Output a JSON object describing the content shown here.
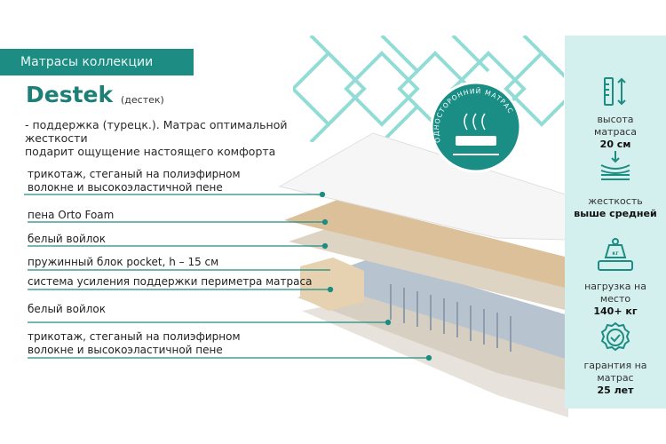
{
  "header": {
    "collection_label": "Матрасы коллекции",
    "brand": "Destek",
    "brand_translit": "(дестек)",
    "description_line1": "- поддержка (турецк.).  Матрас оптимальной жесткости",
    "description_line2": "подарит ощущение настоящего комфорта"
  },
  "badge": {
    "text": "ОДНОСТОРОННИЙ МАТРАС"
  },
  "layers": [
    {
      "line1": "трикотаж, стеганый на полиэфирном",
      "line2": "волокне и высокоэластичной пене"
    },
    {
      "line1": "пена Orto Foam"
    },
    {
      "line1": "белый войлок"
    },
    {
      "line1": "пружинный блок pocket, h – 15 см"
    },
    {
      "line1": "система усиления поддержки периметра матраса"
    },
    {
      "line1": "белый войлок"
    },
    {
      "line1": "трикотаж, стеганый на полиэфирном",
      "line2": "волокне и высокоэластичной пене"
    }
  ],
  "features": [
    {
      "icon": "height-ruler-icon",
      "label1": "высота",
      "label2": "матраса",
      "value": "20 см"
    },
    {
      "icon": "firmness-icon",
      "label1": "жесткость",
      "value": "выше средней"
    },
    {
      "icon": "weight-icon",
      "icon_text": "кг",
      "label1": "нагрузка на",
      "label2": "место",
      "value": "140+ кг"
    },
    {
      "icon": "warranty-badge-icon",
      "label1": "гарантия на",
      "label2": "матрас",
      "value": "25 лет"
    }
  ],
  "colors": {
    "teal": "#1d8c82",
    "panel": "#d3f0ee"
  }
}
